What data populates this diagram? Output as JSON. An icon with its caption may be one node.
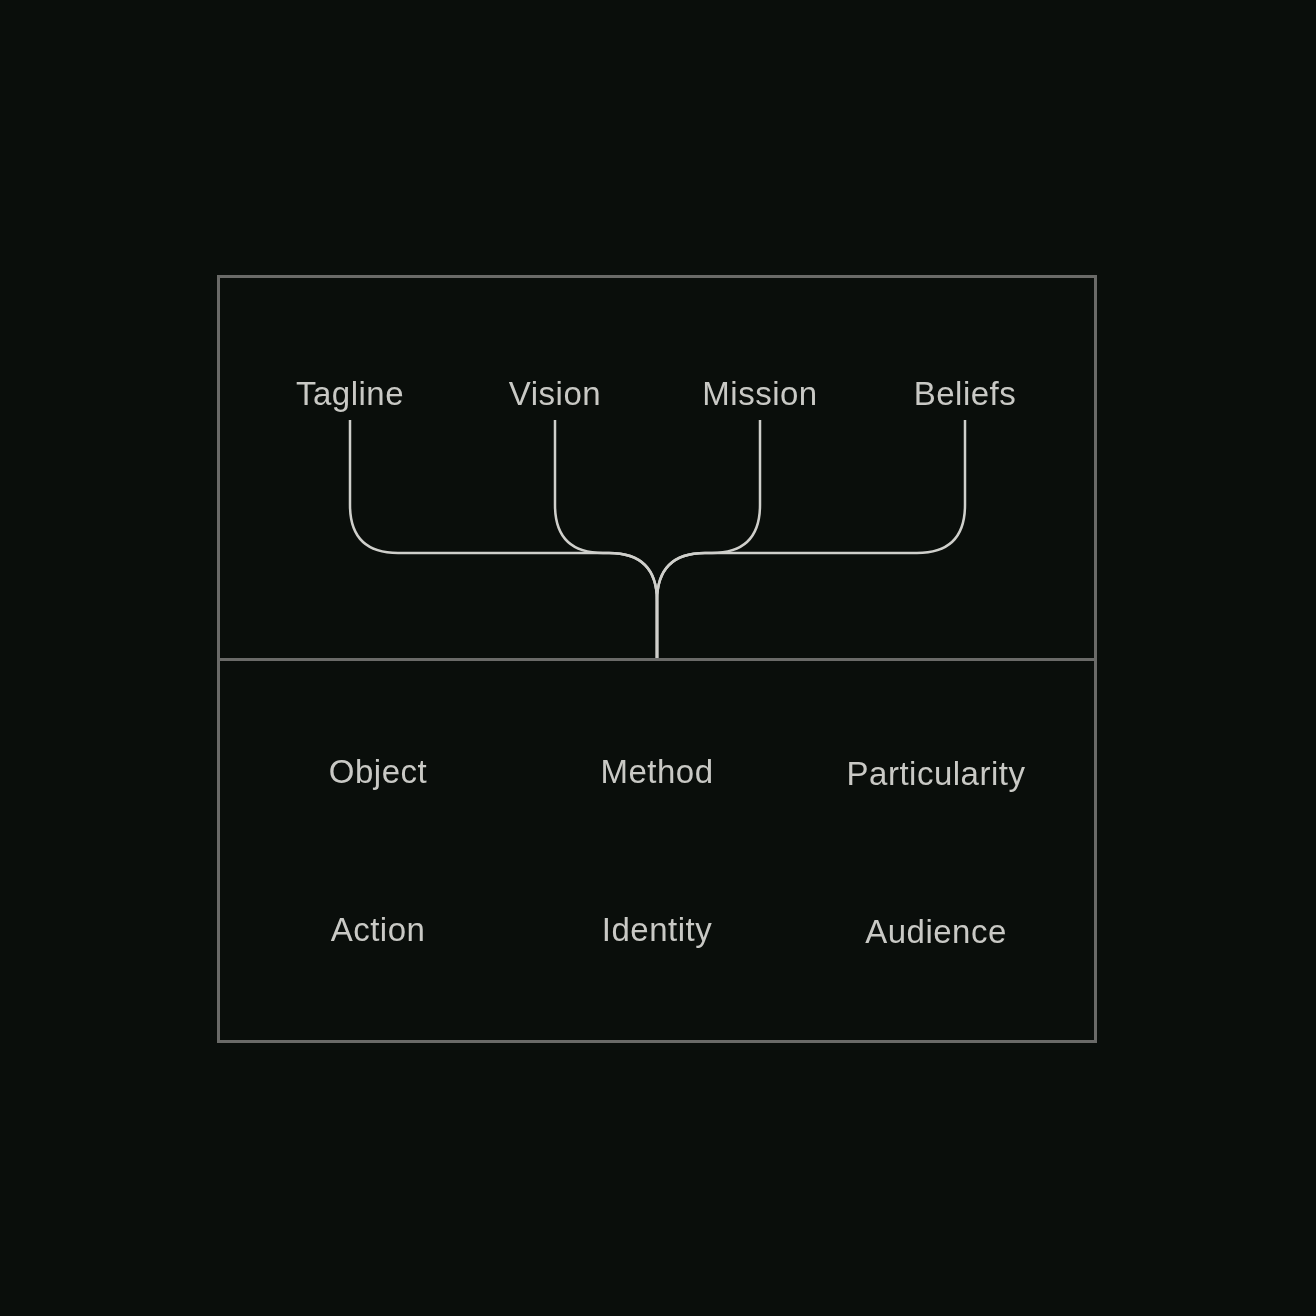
{
  "diagram": {
    "nodes": [
      {
        "text": [],
        "shape": "box"
      },
      {
        "text": [
          "Tagline"
        ],
        "in": 0
      },
      {
        "text": [
          "Vision"
        ],
        "in": 0
      },
      {
        "text": [
          "Mission"
        ],
        "in": 0
      },
      {
        "text": [
          "Beliefs"
        ],
        "in": 0
      },
      {
        "text": [],
        "shape": "box"
      }
    ],
    "edges": [
      {
        "from": 1,
        "to": 5,
        "arrow": "none"
      },
      {
        "from": 2,
        "to": 5,
        "arrow": "none"
      },
      {
        "from": 3,
        "to": 5,
        "arrow": "none"
      },
      {
        "from": 4,
        "to": 5,
        "arrow": "none"
      }
    ],
    "labels": [
      "Object",
      "Method",
      "Particularity",
      "Action",
      "Identity",
      "Audience"
    ]
  }
}
